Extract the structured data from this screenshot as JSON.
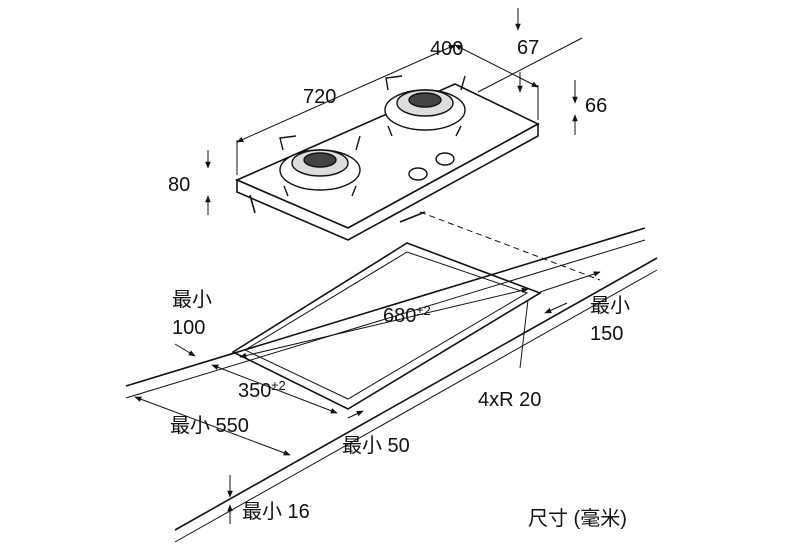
{
  "diagram": {
    "dimensions": {
      "length": "720",
      "width": "400",
      "rear_offset": "67",
      "thickness": "66",
      "front_height": "80",
      "cutout_length": "680",
      "cutout_length_tol": "±2",
      "cutout_width": "350",
      "cutout_width_tol": "±2",
      "corner_radius": "4xR 20"
    },
    "clearances": {
      "left_min": [
        "最小",
        "100"
      ],
      "right_min": [
        "最小",
        "150"
      ],
      "front_min": "最小 550",
      "front_edge_min": "最小 50",
      "counter_min": "最小 16"
    },
    "caption": "尺寸 (毫米)"
  }
}
